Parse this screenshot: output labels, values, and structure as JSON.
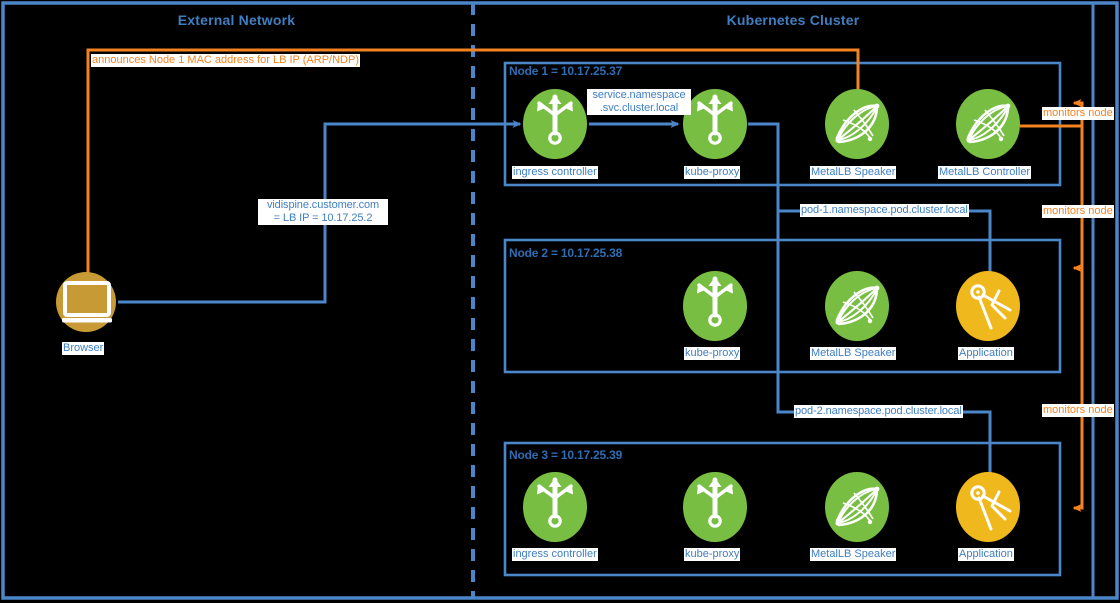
{
  "zones": {
    "external": {
      "title": "External Network"
    },
    "cluster": {
      "title": "Kubernetes Cluster"
    }
  },
  "colors": {
    "blue_line": "#4A86C8",
    "blue_text": "#3F7FC1",
    "node_title": "#2E6DB4",
    "orange": "#F58220",
    "green": "#78BE43",
    "yellow": "#EFB81C",
    "gold": "#C89A36",
    "background": "#000000",
    "label_bg": "#FFFFFF"
  },
  "nodes": [
    {
      "title": "Node 1 = 10.17.25.37",
      "icons": [
        {
          "name": "ingress-controller",
          "label": "ingress controller",
          "kind": "router",
          "color": "green"
        },
        {
          "name": "kube-proxy",
          "label": "kube-proxy",
          "kind": "router",
          "color": "green"
        },
        {
          "name": "metallb-speaker",
          "label": "MetalLB Speaker",
          "kind": "mesh",
          "color": "green"
        },
        {
          "name": "metallb-controller",
          "label": "MetalLB Controller",
          "kind": "mesh",
          "color": "green"
        }
      ]
    },
    {
      "title": "Node 2 = 10.17.25.38",
      "icons": [
        {
          "name": "kube-proxy",
          "label": "kube-proxy",
          "kind": "router",
          "color": "green"
        },
        {
          "name": "metallb-speaker",
          "label": "MetalLB Speaker",
          "kind": "mesh",
          "color": "green"
        },
        {
          "name": "application",
          "label": "Application",
          "kind": "compass",
          "color": "yellow"
        }
      ]
    },
    {
      "title": "Node 3 = 10.17.25.39",
      "icons": [
        {
          "name": "ingress-controller",
          "label": "ingress controller",
          "kind": "router",
          "color": "green"
        },
        {
          "name": "kube-proxy",
          "label": "kube-proxy",
          "kind": "router",
          "color": "green"
        },
        {
          "name": "metallb-speaker",
          "label": "MetalLB Speaker",
          "kind": "mesh",
          "color": "green"
        },
        {
          "name": "application",
          "label": "Application",
          "kind": "compass",
          "color": "yellow"
        }
      ]
    }
  ],
  "browser": {
    "label": "Browser",
    "kind": "monitor",
    "color": "gold"
  },
  "edge_labels": {
    "arp_announce": "announces Node 1 MAC address for LB IP (ARP/NDP)",
    "lb_ip_line1": "vidispine.customer.com",
    "lb_ip_line2": "= LB IP = 10.17.25.2",
    "svc_dns_line1": "service.namespace",
    "svc_dns_line2": ".svc.cluster.local",
    "pod1_dns": "pod-1.namespace.pod.cluster.local",
    "pod2_dns": "pod-2.namespace.pod.cluster.local",
    "monitors_node_1": "monitors node",
    "monitors_node_2": "monitors node",
    "monitors_node_3": "monitors node"
  }
}
